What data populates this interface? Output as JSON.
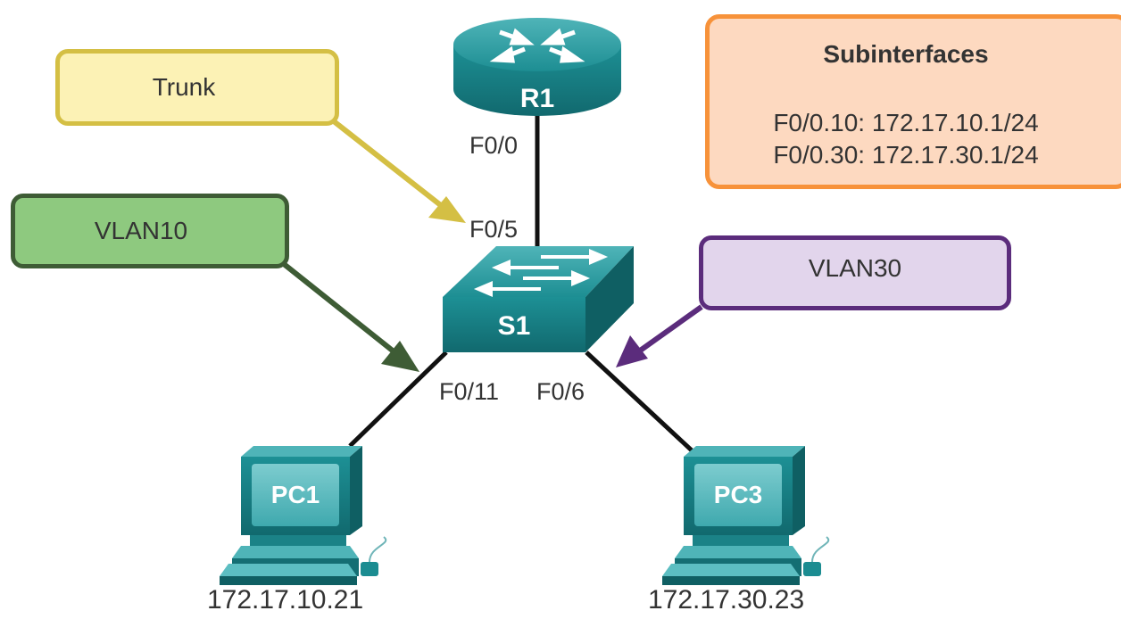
{
  "callouts": {
    "trunk": "Trunk",
    "vlan10": "VLAN10",
    "vlan30": "VLAN30"
  },
  "subinterfaces": {
    "title": "Subinterfaces",
    "lines": [
      "F0/0.10: 172.17.10.1/24",
      "F0/0.30: 172.17.30.1/24"
    ]
  },
  "devices": {
    "router": "R1",
    "switch": "S1",
    "pc1": "PC1",
    "pc3": "PC3"
  },
  "ports": {
    "r1_f0_0": "F0/0",
    "s1_f0_5": "F0/5",
    "s1_f0_11": "F0/11",
    "s1_f0_6": "F0/6"
  },
  "addresses": {
    "pc1": "172.17.10.21",
    "pc3": "172.17.30.23"
  },
  "colors": {
    "trunk_border": "#d4bf44",
    "trunk_fill": "#fcf2b5",
    "vlan10_border": "#3e5c35",
    "vlan10_fill": "#8ec97f",
    "vlan30_border": "#5b2c7c",
    "vlan30_fill": "#e2d5ec",
    "subif_border": "#f7923a",
    "subif_fill": "#fdd9c0",
    "device_teal": "#1b8c91",
    "device_dark": "#106a6f",
    "link": "#111111"
  }
}
